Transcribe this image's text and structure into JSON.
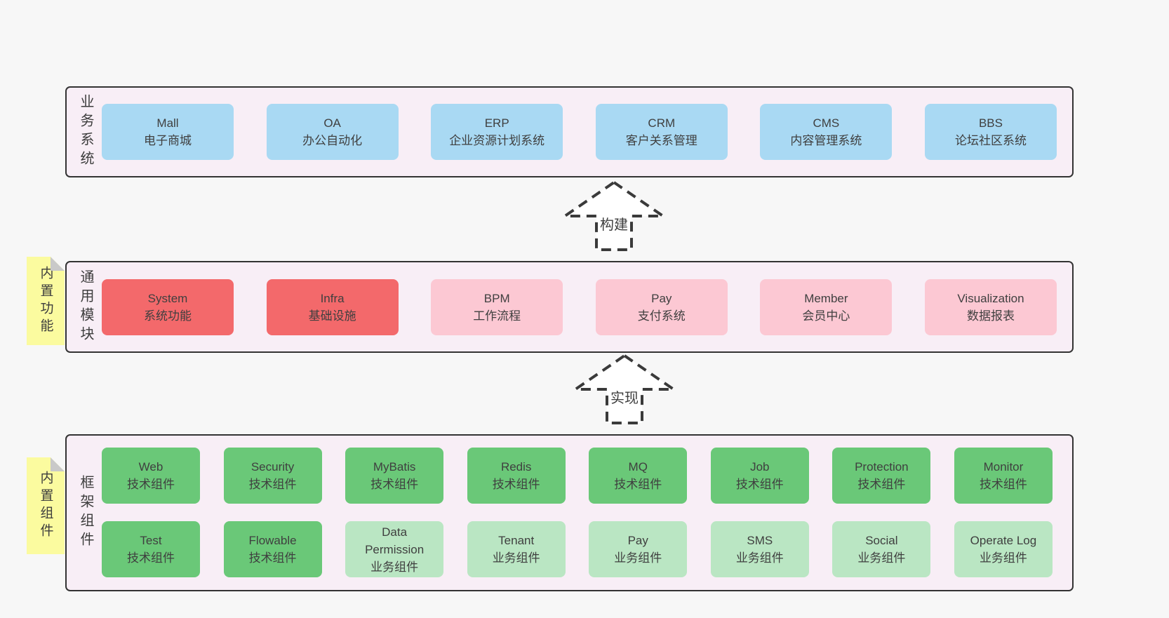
{
  "page": {
    "background": "#f7f7f7"
  },
  "palette": {
    "container_fill": "#f8eef6",
    "container_border": "#333333",
    "box_blue": "#a9d9f3",
    "box_red": "#f3696b",
    "box_pink": "#fcc8d3",
    "box_green_dark": "#6ac878",
    "box_green_light": "#bae6c3",
    "note_yellow": "#fbfb9f",
    "note_fold_gray": "#c9c9c9",
    "arrow_stroke": "#3a3a3a",
    "text": "#3d3d3d"
  },
  "arrows": [
    {
      "label": "构建"
    },
    {
      "label": "实现"
    }
  ],
  "layers": [
    {
      "label": "业务系统",
      "boxes": [
        {
          "name": "Mall",
          "subtitle": "电子商城",
          "variant": "blue"
        },
        {
          "name": "OA",
          "subtitle": "办公自动化",
          "variant": "blue"
        },
        {
          "name": "ERP",
          "subtitle": "企业资源计划系统",
          "variant": "blue"
        },
        {
          "name": "CRM",
          "subtitle": "客户关系管理",
          "variant": "blue"
        },
        {
          "name": "CMS",
          "subtitle": "内容管理系统",
          "variant": "blue"
        },
        {
          "name": "BBS",
          "subtitle": "论坛社区系统",
          "variant": "blue"
        }
      ]
    },
    {
      "note": "内置功能",
      "label": "通用模块",
      "boxes": [
        {
          "name": "System",
          "subtitle": "系统功能",
          "variant": "red"
        },
        {
          "name": "Infra",
          "subtitle": "基础设施",
          "variant": "red"
        },
        {
          "name": "BPM",
          "subtitle": "工作流程",
          "variant": "pink"
        },
        {
          "name": "Pay",
          "subtitle": "支付系统",
          "variant": "pink"
        },
        {
          "name": "Member",
          "subtitle": "会员中心",
          "variant": "pink"
        },
        {
          "name": "Visualization",
          "subtitle": "数据报表",
          "variant": "pink"
        }
      ]
    },
    {
      "note": "内置组件",
      "label": "框架组件",
      "rows": [
        [
          {
            "name": "Web",
            "subtitle": "技术组件",
            "variant": "green-dark"
          },
          {
            "name": "Security",
            "subtitle": "技术组件",
            "variant": "green-dark"
          },
          {
            "name": "MyBatis",
            "subtitle": "技术组件",
            "variant": "green-dark"
          },
          {
            "name": "Redis",
            "subtitle": "技术组件",
            "variant": "green-dark"
          },
          {
            "name": "MQ",
            "subtitle": "技术组件",
            "variant": "green-dark"
          },
          {
            "name": "Job",
            "subtitle": "技术组件",
            "variant": "green-dark"
          },
          {
            "name": "Protection",
            "subtitle": "技术组件",
            "variant": "green-dark"
          },
          {
            "name": "Monitor",
            "subtitle": "技术组件",
            "variant": "green-dark"
          }
        ],
        [
          {
            "name": "Test",
            "subtitle": "技术组件",
            "variant": "green-dark"
          },
          {
            "name": "Flowable",
            "subtitle": "技术组件",
            "variant": "green-dark"
          },
          {
            "name": "Data Permission",
            "subtitle": "业务组件",
            "variant": "green-light"
          },
          {
            "name": "Tenant",
            "subtitle": "业务组件",
            "variant": "green-light"
          },
          {
            "name": "Pay",
            "subtitle": "业务组件",
            "variant": "green-light"
          },
          {
            "name": "SMS",
            "subtitle": "业务组件",
            "variant": "green-light"
          },
          {
            "name": "Social",
            "subtitle": "业务组件",
            "variant": "green-light"
          },
          {
            "name": "Operate Log",
            "subtitle": "业务组件",
            "variant": "green-light"
          }
        ]
      ]
    }
  ]
}
